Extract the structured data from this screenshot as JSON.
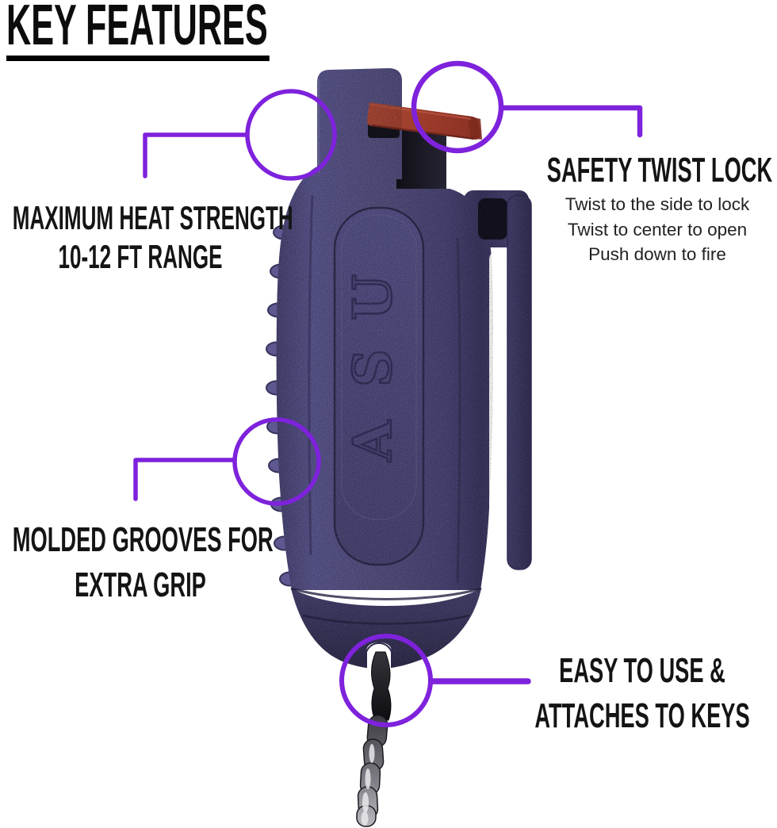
{
  "title": {
    "text": "KEY FEATURES"
  },
  "callouts": {
    "heat": {
      "line1": "MAXIMUM HEAT STRENGTH",
      "line2": "10-12 FT RANGE"
    },
    "lock": {
      "heading": "SAFETY TWIST LOCK",
      "sub1": "Twist to the side to lock",
      "sub2": "Twist to center to open",
      "sub3": "Push down to fire"
    },
    "grip": {
      "line1": "MOLDED GROOVES FOR",
      "line2": "EXTRA GRIP"
    },
    "keys": {
      "line1": "EASY TO USE &",
      "line2": "ATTACHES TO KEYS"
    }
  },
  "product": {
    "embossed_letters": [
      "U",
      "S",
      "A"
    ]
  },
  "colors": {
    "accent": "#7E22DC",
    "case_mid": "#514D7E",
    "case_dark": "#2E2A4C",
    "case_light": "#6B67A0",
    "actuator_red": "#9A3A2A",
    "heading_text": "#141414"
  }
}
